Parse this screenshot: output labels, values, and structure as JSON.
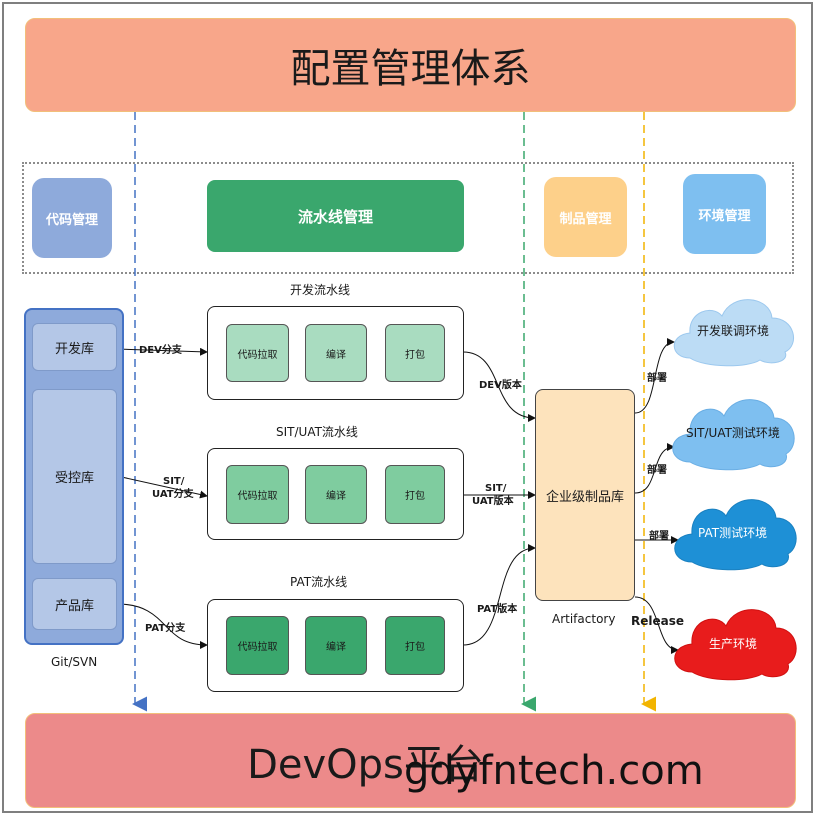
{
  "title": "配置管理体系",
  "platform": "DevOps平台",
  "watermark": "gdyfntech.com",
  "categories": {
    "code": "代码管理",
    "pipeline": "流水线管理",
    "artifact": "制品管理",
    "environment": "环境管理"
  },
  "repos": {
    "dev": "开发库",
    "controlled": "受控库",
    "product": "产品库",
    "system": "Git/SVN"
  },
  "pipelines": [
    {
      "title": "开发流水线",
      "branch": "DEV分支",
      "version": "DEV版本",
      "steps": [
        "代码拉取",
        "编译",
        "打包"
      ]
    },
    {
      "title": "SIT/UAT流水线",
      "branch_l1": "SIT/",
      "branch_l2": "UAT分支",
      "version_l1": "SIT/",
      "version_l2": "UAT版本",
      "steps": [
        "代码拉取",
        "编译",
        "打包"
      ]
    },
    {
      "title": "PAT流水线",
      "branch": "PAT分支",
      "version": "PAT版本",
      "steps": [
        "代码拉取",
        "编译",
        "打包"
      ]
    }
  ],
  "artifact_repo": {
    "name": "企业级制品库",
    "product": "Artifactory"
  },
  "deploy_labels": {
    "deploy": "部署",
    "release": "Release"
  },
  "environments": [
    "开发联调环境",
    "SIT/UAT测试环境",
    "PAT测试环境",
    "生产环境"
  ],
  "colors": {
    "banner_top": "#f8a68a",
    "banner_bottom": "#ec8a8a",
    "code_mgmt": "#8eaadb",
    "pipeline_mgmt": "#3aa76d",
    "artifact_mgmt": "#fdd08a",
    "env_mgmt": "#7ebff0",
    "cloud_dev": "#bcdcf5",
    "cloud_sit": "#7ebff0",
    "cloud_pat": "#1e90d6",
    "cloud_prod": "#e81c1c"
  }
}
